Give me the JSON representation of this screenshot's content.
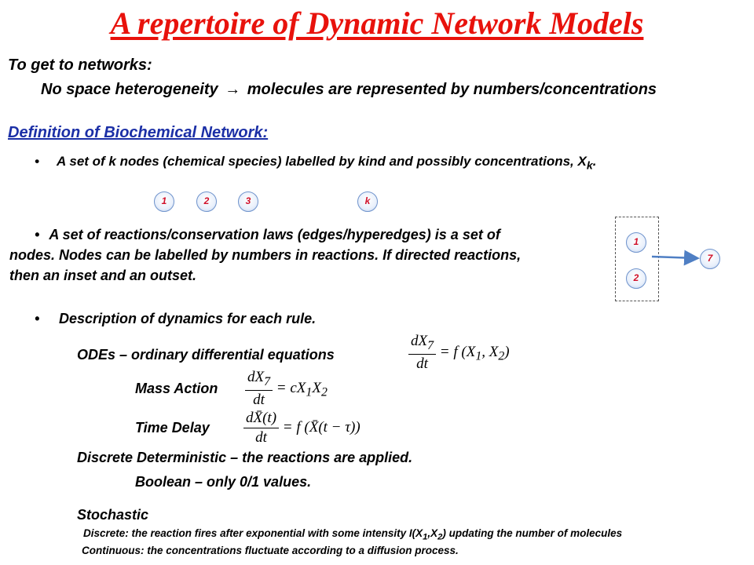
{
  "title": "A repertoire of Dynamic Network Models",
  "intro": {
    "line1": "To get to networks:",
    "line2_pre": "No space heterogeneity",
    "arrow": "→",
    "line2_post": "molecules are represented by numbers/concentrations"
  },
  "definition": {
    "heading": "Definition of Biochemical Network:",
    "bullet1": "A set of k nodes (chemical species) labelled by kind and possibly concentrations, X",
    "bullet1_sub": "k",
    "bullet1_end": ".",
    "species_nodes": [
      "1",
      "2",
      "3",
      "k"
    ],
    "bullet2": "A set of reactions/conservation laws (edges/hyperedges) is a set of nodes.  Nodes can be labelled by numbers in reactions.  If directed reactions, then an inset and an outset.",
    "reaction_diagram": {
      "inputs": [
        "1",
        "2"
      ],
      "output": "7"
    },
    "bullet3": "Description of dynamics for each rule."
  },
  "dynamics": {
    "odes": "ODEs – ordinary differential equations",
    "ode_eq": {
      "num": "dX",
      "num_sub": "7",
      "den": "dt",
      "rhs": "= f (X",
      "rhs_sub1": "1",
      "rhs_mid": ", X",
      "rhs_sub2": "2",
      "rhs_end": ")"
    },
    "mass_action": "Mass Action",
    "mass_eq": {
      "num": "dX",
      "num_sub": "7",
      "den": "dt",
      "rhs": "= cX",
      "rhs_sub1": "1",
      "rhs_mid": "X",
      "rhs_sub2": "2"
    },
    "time_delay": "Time Delay",
    "delay_eq": {
      "num": "dX̄(t)",
      "den": "dt",
      "rhs": "= f (X̄(t − τ))"
    },
    "discrete": "Discrete Deterministic – the reactions are applied.",
    "boolean": "Boolean – only 0/1 values.",
    "stochastic": "Stochastic",
    "stoch_discrete_pre": "Discrete: the reaction fires after exponential with some intensity I(X",
    "stoch_sub1": "1",
    "stoch_mid": ",X",
    "stoch_sub2": "2",
    "stoch_discrete_post": ") updating the number of molecules",
    "stoch_continuous": "Continuous: the concentrations fluctuate according to a diffusion process."
  },
  "colors": {
    "title": "#e8120c",
    "heading": "#1b2fa6",
    "node_text": "#d0102a",
    "node_border": "#6f93cc",
    "arrow": "#4f7fc4"
  }
}
